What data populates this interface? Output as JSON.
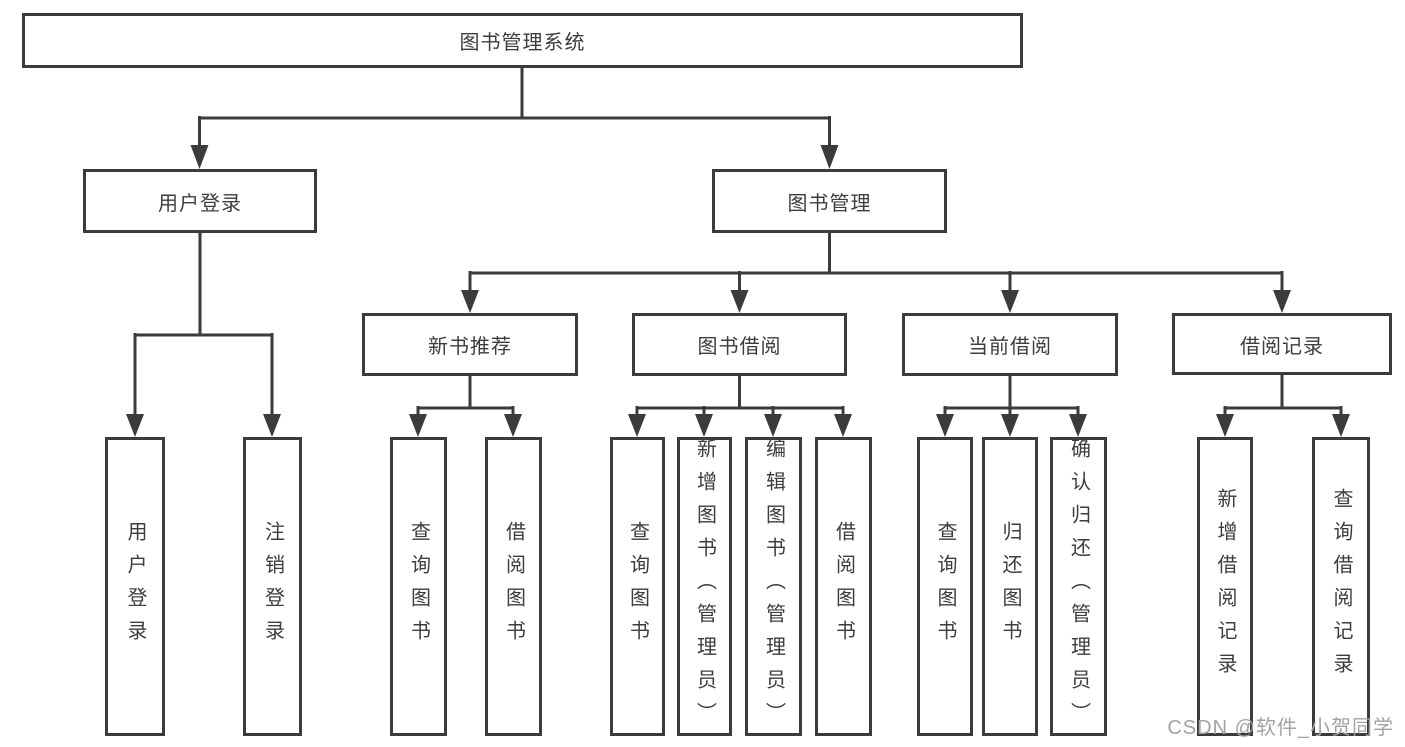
{
  "tree": {
    "root": {
      "label": "图书管理系统"
    },
    "branches": [
      {
        "label": "用户登录",
        "children": [
          {
            "label": "用户登录"
          },
          {
            "label": "注销登录"
          }
        ]
      },
      {
        "label": "图书管理",
        "children": [
          {
            "label": "新书推荐",
            "children": [
              {
                "label": "查询图书"
              },
              {
                "label": "借阅图书"
              }
            ]
          },
          {
            "label": "图书借阅",
            "children": [
              {
                "label": "查询图书"
              },
              {
                "label": "新增图书（管理员）"
              },
              {
                "label": "编辑图书（管理员）"
              },
              {
                "label": "借阅图书"
              }
            ]
          },
          {
            "label": "当前借阅",
            "children": [
              {
                "label": "查询图书"
              },
              {
                "label": "归还图书"
              },
              {
                "label": "确认归还（管理员）"
              }
            ]
          },
          {
            "label": "借阅记录",
            "children": [
              {
                "label": "新增借阅记录"
              },
              {
                "label": "查询借阅记录"
              }
            ]
          }
        ]
      }
    ]
  },
  "watermark": {
    "text": "CSDN @软件_小贺同学"
  },
  "colors": {
    "line": "#3b3b3b",
    "text": "#3d3d3d",
    "watermark": "#a2a2a6",
    "background": "#ffffff"
  }
}
